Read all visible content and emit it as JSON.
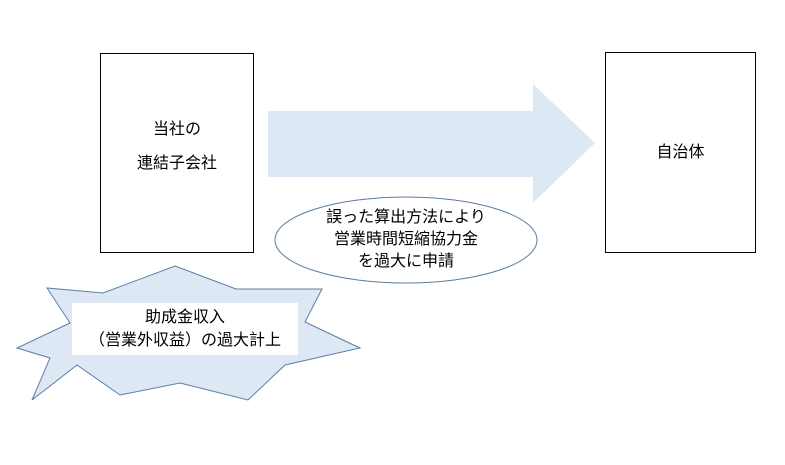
{
  "diagram": {
    "left_box": {
      "lines": [
        "当社の",
        "連結子会社"
      ]
    },
    "right_box": {
      "label": "自治体"
    },
    "arrow": {
      "direction": "right"
    },
    "ellipse_callout": {
      "lines": [
        "誤った算出方法により",
        "営業時間短縮協力金",
        "を過大に申請"
      ]
    },
    "starburst_callout": {
      "lines": [
        "助成金収入",
        "（営業外収益）の過大計上"
      ]
    }
  },
  "colors": {
    "background": "#ffffff",
    "shape_fill": "#dde8f4",
    "starburst_stroke": "#5b7fa6",
    "ellipse_stroke": "#5b7b9d",
    "box_border": "#000000",
    "text": "#000000"
  }
}
